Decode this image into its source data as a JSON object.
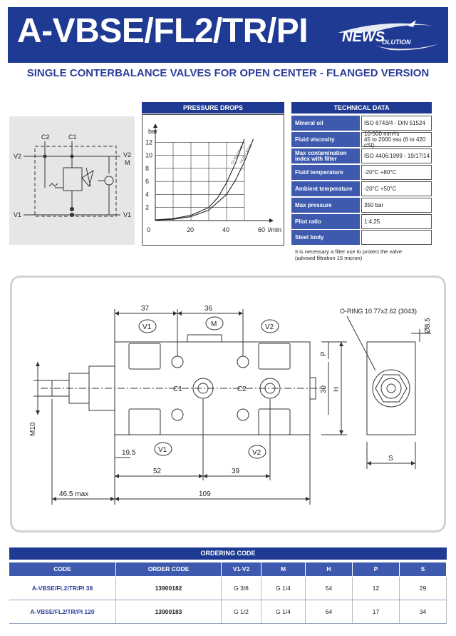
{
  "header": {
    "title": "A-VBSE/FL2/TR/PI",
    "logo_text_main": "NEWS",
    "logo_text_sub": "OLUTION",
    "subtitle": "SINGLE CONTERBALANCE VALVES FOR OPEN CENTER - FLANGED VERSION"
  },
  "schematic": {
    "port_c2": "C2",
    "port_c1": "C1",
    "port_v2_left": "V2",
    "port_v2_right": "V2",
    "port_m": "M",
    "port_v1_left": "V1",
    "port_v1_right": "V1"
  },
  "pressure_drops": {
    "heading": "PRESSURE DROPS"
  },
  "chart_data": {
    "type": "line",
    "title": "",
    "xlabel": "l/min",
    "ylabel": "bar",
    "xlim": [
      0,
      60
    ],
    "ylim": [
      0,
      14
    ],
    "x_ticks": [
      "0",
      "20",
      "40",
      "60"
    ],
    "y_ticks": [
      "2",
      "4",
      "6",
      "8",
      "10",
      "12"
    ],
    "grid": true,
    "series": [
      {
        "name": "C1-V1 / C2-V2",
        "x": [
          0,
          10,
          20,
          30,
          35,
          40,
          45,
          50
        ],
        "y": [
          0.1,
          0.3,
          0.8,
          2.0,
          3.5,
          5.8,
          8.8,
          12.5
        ]
      },
      {
        "name": "V1-C1 / V2-C2",
        "x": [
          0,
          10,
          20,
          30,
          40,
          45,
          50,
          55
        ],
        "y": [
          0.1,
          0.2,
          0.6,
          1.6,
          4.0,
          6.2,
          9.0,
          12.5
        ]
      }
    ]
  },
  "technical_data": {
    "heading": "TECHNICAL DATA",
    "rows": [
      {
        "label": "Mineral oil",
        "value": "ISO 6743/4 - DIN 51524"
      },
      {
        "label": "Fluid viscosity",
        "value": "10-500 mm²/s\n45 to 2000 ssu (6 to 420 cSt)"
      },
      {
        "label": "Max contamination\nindex with filter",
        "value": "ISO 4406:1999 - 19/17/14"
      },
      {
        "label": "Fluid temperature",
        "value": "-20°C          +80°C"
      },
      {
        "label": "Ambient temperature",
        "value": "-20°C          +50°C"
      },
      {
        "label": "Max pressure",
        "value": "350 bar"
      },
      {
        "label": "Pilot ratio",
        "value": "1:4,25"
      },
      {
        "label": "Steel body",
        "value": ""
      }
    ],
    "note": "It is necessary a filter use to protect the valve\n(advised filtration 15 micron)"
  },
  "drawing": {
    "dim_37": "37",
    "dim_36": "36",
    "dim_19_5": "19.5",
    "dim_52": "52",
    "dim_39": "39",
    "dim_46_5": "46.5 max",
    "dim_109": "109",
    "dim_m10": "M10",
    "dim_30": "30",
    "dim_p": "P",
    "dim_h": "H",
    "dim_s": "S",
    "dim_8_5": "Ø8.5",
    "oring": "O-RING 10.77x2.62 (3043)",
    "label_v1_top": "V1",
    "label_m": "M",
    "label_v2_top": "V2",
    "label_c1": "C1",
    "label_c2": "C2",
    "label_v1_bottom": "V1",
    "label_v2_bottom": "V2"
  },
  "ordering": {
    "heading": "ORDERING CODE",
    "columns": [
      "CODE",
      "ORDER CODE",
      "V1-V2",
      "M",
      "H",
      "P",
      "S"
    ],
    "rows": [
      [
        "A-VBSE/FL2/TR/PI 38",
        "13900182",
        "G 3/8",
        "G 1/4",
        "54",
        "12",
        "29"
      ],
      [
        "A-VBSE/FL2/TR/PI 120",
        "13900183",
        "G 1/2",
        "G 1/4",
        "64",
        "17",
        "34"
      ]
    ]
  },
  "colors": {
    "brand_blue": "#1f3a93",
    "label_blue": "#3d5aae"
  }
}
